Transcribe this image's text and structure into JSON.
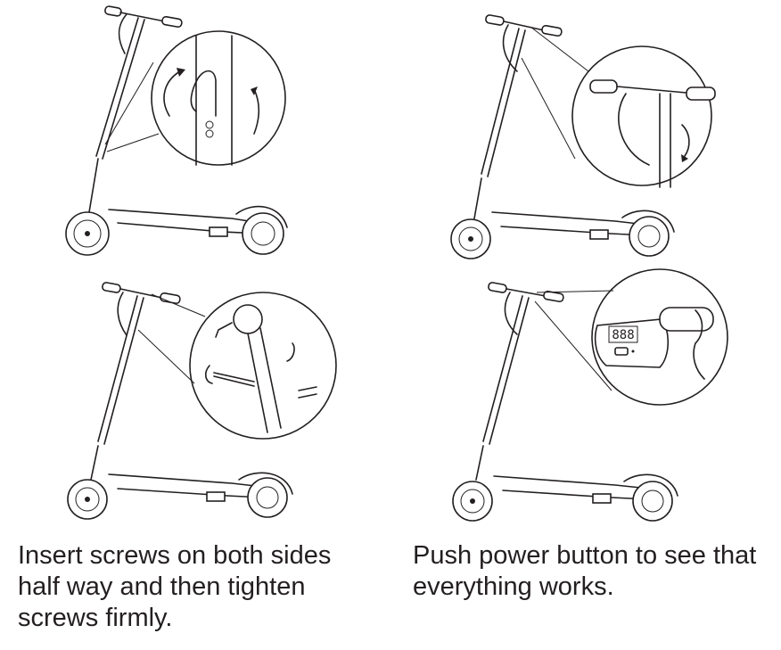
{
  "captions": {
    "left": "Insert screws on both sides half way and then tighten screws firmly.",
    "right": "Push power button to see that everything works."
  },
  "display": {
    "digits": "888"
  }
}
